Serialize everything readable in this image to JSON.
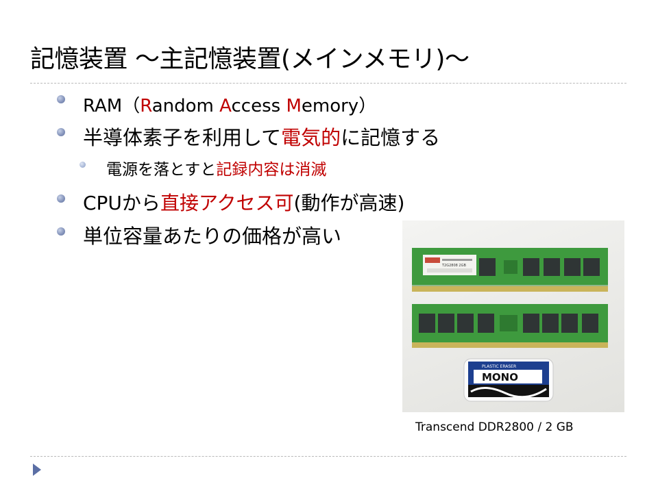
{
  "slide": {
    "title": "記憶装置 ～主記憶装置(メインメモリ)～"
  },
  "bullets": [
    {
      "parts": [
        "RAM（",
        "R",
        "andom ",
        "A",
        "ccess ",
        "M",
        "emory）"
      ]
    },
    {
      "parts": [
        "半導体素子を利用して",
        "電気的",
        "に記憶する"
      ]
    },
    {
      "parts": [
        "電源を落とすと",
        "記録内容は消滅"
      ]
    },
    {
      "parts": [
        "CPUから",
        "直接アクセス可",
        "(動作が高速)"
      ]
    },
    {
      "parts": [
        "単位容量あたりの価格が高い"
      ]
    }
  ],
  "photo": {
    "module_label": "T2G2808    2GB",
    "eraser_brand": "MONO",
    "eraser_subtitle": "PLASTIC ERASER",
    "caption": "Transcend DDR2800 / 2 GB"
  },
  "colors": {
    "accent_red": "#c00000",
    "bullet": "#7f8fba",
    "pcb_green": "#3e9a3e",
    "chip": "#2f3535"
  }
}
